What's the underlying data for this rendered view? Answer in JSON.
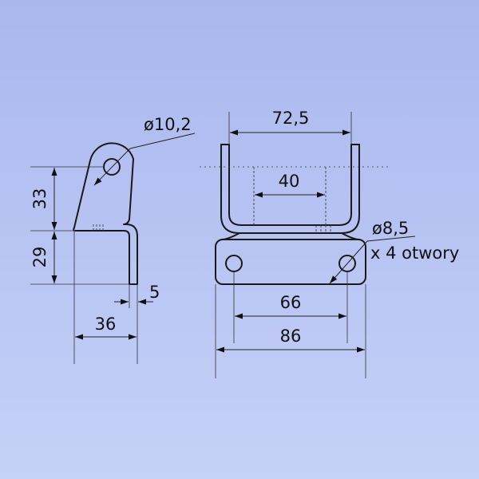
{
  "dimensions": {
    "hole_small": "ø10,2",
    "height_top": "33",
    "height_bottom": "29",
    "thickness": "5",
    "depth": "36",
    "width_top": "72,5",
    "inner_width": "40",
    "hole_large": "ø8,5",
    "hole_count": "x 4 otwory",
    "hole_spacing": "66",
    "base_width": "86"
  },
  "colors": {
    "background_top": "#a9b7ee",
    "background_bottom": "#c6d1f7",
    "line": "#1a1a1a"
  }
}
